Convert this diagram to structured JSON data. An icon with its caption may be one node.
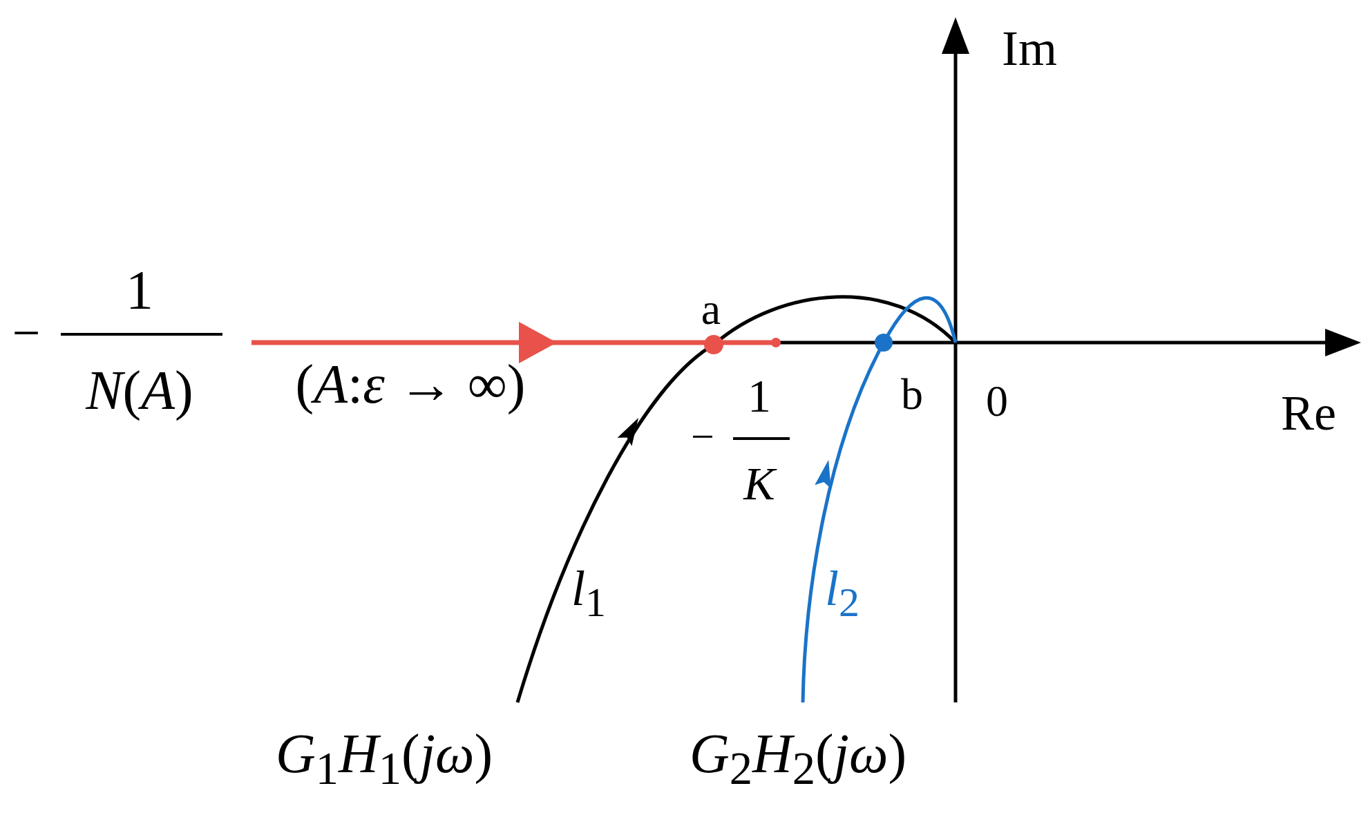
{
  "diagram": {
    "labels": [
      "Im",
      "−",
      "1",
      "*N*(*A*)",
      "(*A*:*ε* → ∞)",
      "a",
      "b",
      "0",
      "Re",
      "−",
      "1",
      "*K*",
      "*l*$_{1}$",
      "*l*$_{2}$",
      "*G*$_{1}$*H*$_{1}$(*jω*)",
      "*G*$_{2}$*H*$_{2}$(*jω*)"
    ]
  }
}
